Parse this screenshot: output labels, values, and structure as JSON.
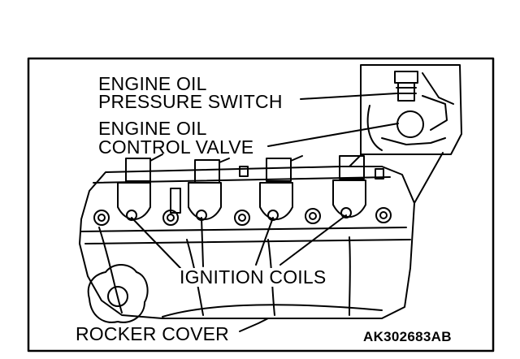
{
  "labels": {
    "oil_pressure_switch_line1": "ENGINE OIL",
    "oil_pressure_switch_line2": "PRESSURE SWITCH",
    "oil_control_valve_line1": "ENGINE OIL",
    "oil_control_valve_line2": "CONTROL VALVE",
    "ignition_coils": "IGNITION COILS",
    "rocker_cover": "ROCKER COVER",
    "figure_code": "AK302683AB"
  }
}
